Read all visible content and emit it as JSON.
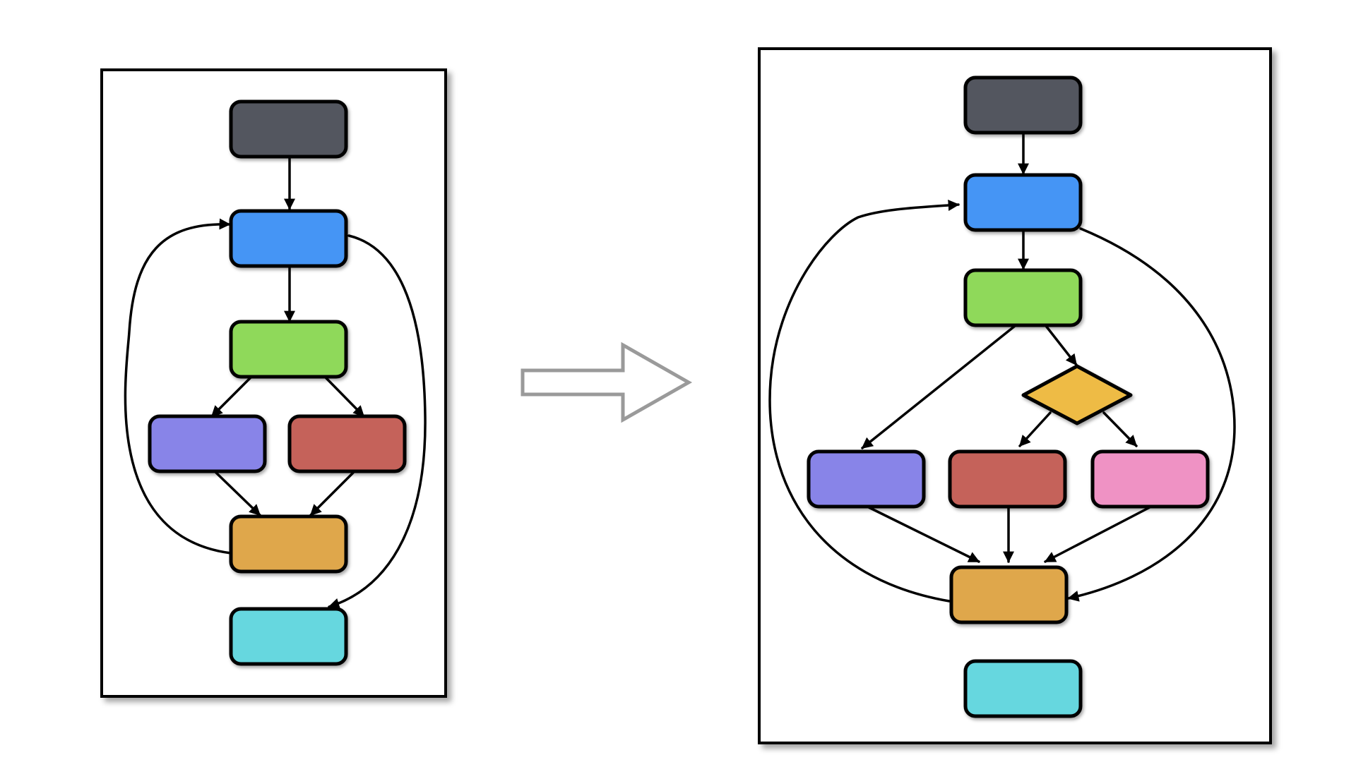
{
  "colors": {
    "start": "#53575e",
    "loop": "#4595f5",
    "process": "#8fd95a",
    "branch_a": "#8884e8",
    "branch_b": "#c5625a",
    "branch_c": "#ef92c4",
    "decision": "#eebb45",
    "merge": "#dfa74b",
    "end": "#66d7df",
    "frame_border": "#000000",
    "transform_arrow": "#9a9a9a"
  },
  "before": {
    "nodes": [
      "start",
      "loop",
      "process",
      "branch_a",
      "branch_b",
      "merge",
      "end"
    ]
  },
  "after": {
    "nodes": [
      "start",
      "loop",
      "process",
      "decision",
      "branch_a",
      "branch_b",
      "branch_c",
      "merge",
      "end"
    ]
  }
}
